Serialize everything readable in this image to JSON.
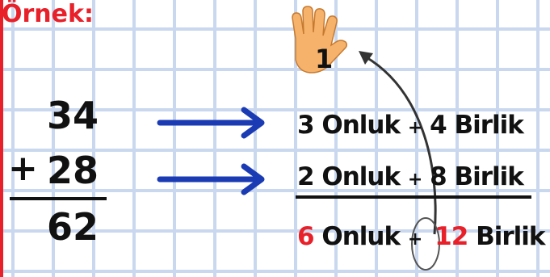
{
  "title": "Örnek:",
  "addition": {
    "top": "34",
    "plus": "+",
    "second": "28",
    "result": "62"
  },
  "rows": [
    {
      "tens": "3",
      "tens_word": "Onluk",
      "plus": "+",
      "ones": "4",
      "ones_word": "Birlik"
    },
    {
      "tens": "2",
      "tens_word": "Onluk",
      "plus": "+",
      "ones": "8",
      "ones_word": "Birlik"
    },
    {
      "tens": "6",
      "tens_word": "Onluk",
      "plus": "+",
      "ones_carry": "1",
      "ones": "2",
      "ones_word": "Birlik"
    }
  ],
  "hand_label": "1",
  "colors": {
    "grid": "#c9d8ee",
    "red": "#e8202a",
    "arrow_blue": "#1a3bb3",
    "hand": "#f6b26b"
  },
  "icons": {
    "hand": "raised-hand-icon",
    "arrow": "right-arrow-icon",
    "carry_arrow": "curved-arrow-icon"
  }
}
